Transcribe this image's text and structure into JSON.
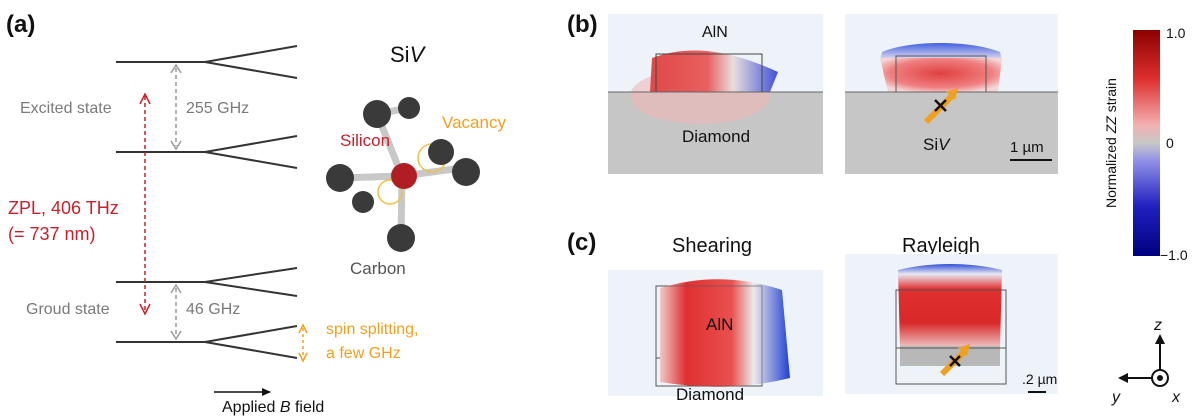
{
  "panel_a": {
    "label": "(a)",
    "title_prefix": "Si",
    "title_italic": "V",
    "excited_state": "Excited state",
    "excited_gap": "255 GHz",
    "zpl_line1": "ZPL, 406 THz",
    "zpl_line2": "(= 737 nm)",
    "ground_state": "Groud state",
    "ground_gap": "46 GHz",
    "spin_line1": "spin splitting,",
    "spin_line2": "a few GHz",
    "axis_prefix": "Applied ",
    "axis_italic": "B",
    "axis_suffix": " field",
    "molecule": {
      "silicon": "Silicon",
      "vacancy": "Vacancy",
      "carbon": "Carbon"
    }
  },
  "panel_b": {
    "label": "(b)",
    "material_top": "AlN",
    "substrate": "Diamond",
    "defect_prefix": "Si",
    "defect_italic": "V",
    "scale": "1 µm"
  },
  "panel_c": {
    "label": "(c)",
    "mode1": "Shearing",
    "mode2": "Rayleigh",
    "material_top": "AlN",
    "substrate": "Diamond",
    "scale": ".2 µm"
  },
  "colorbar": {
    "title_prefix": "Normalized ",
    "title_italic": "ZZ",
    "title_suffix": " strain",
    "max_label": "1.0",
    "mid_label": "0",
    "min_label": "−1.0",
    "colors": [
      "#8b0000",
      "#e03030",
      "#f2b0b0",
      "#c8c8c8",
      "#9090e8",
      "#2020c0",
      "#000080"
    ]
  },
  "axes_triad": {
    "z": "z",
    "y": "y",
    "x": "x"
  }
}
